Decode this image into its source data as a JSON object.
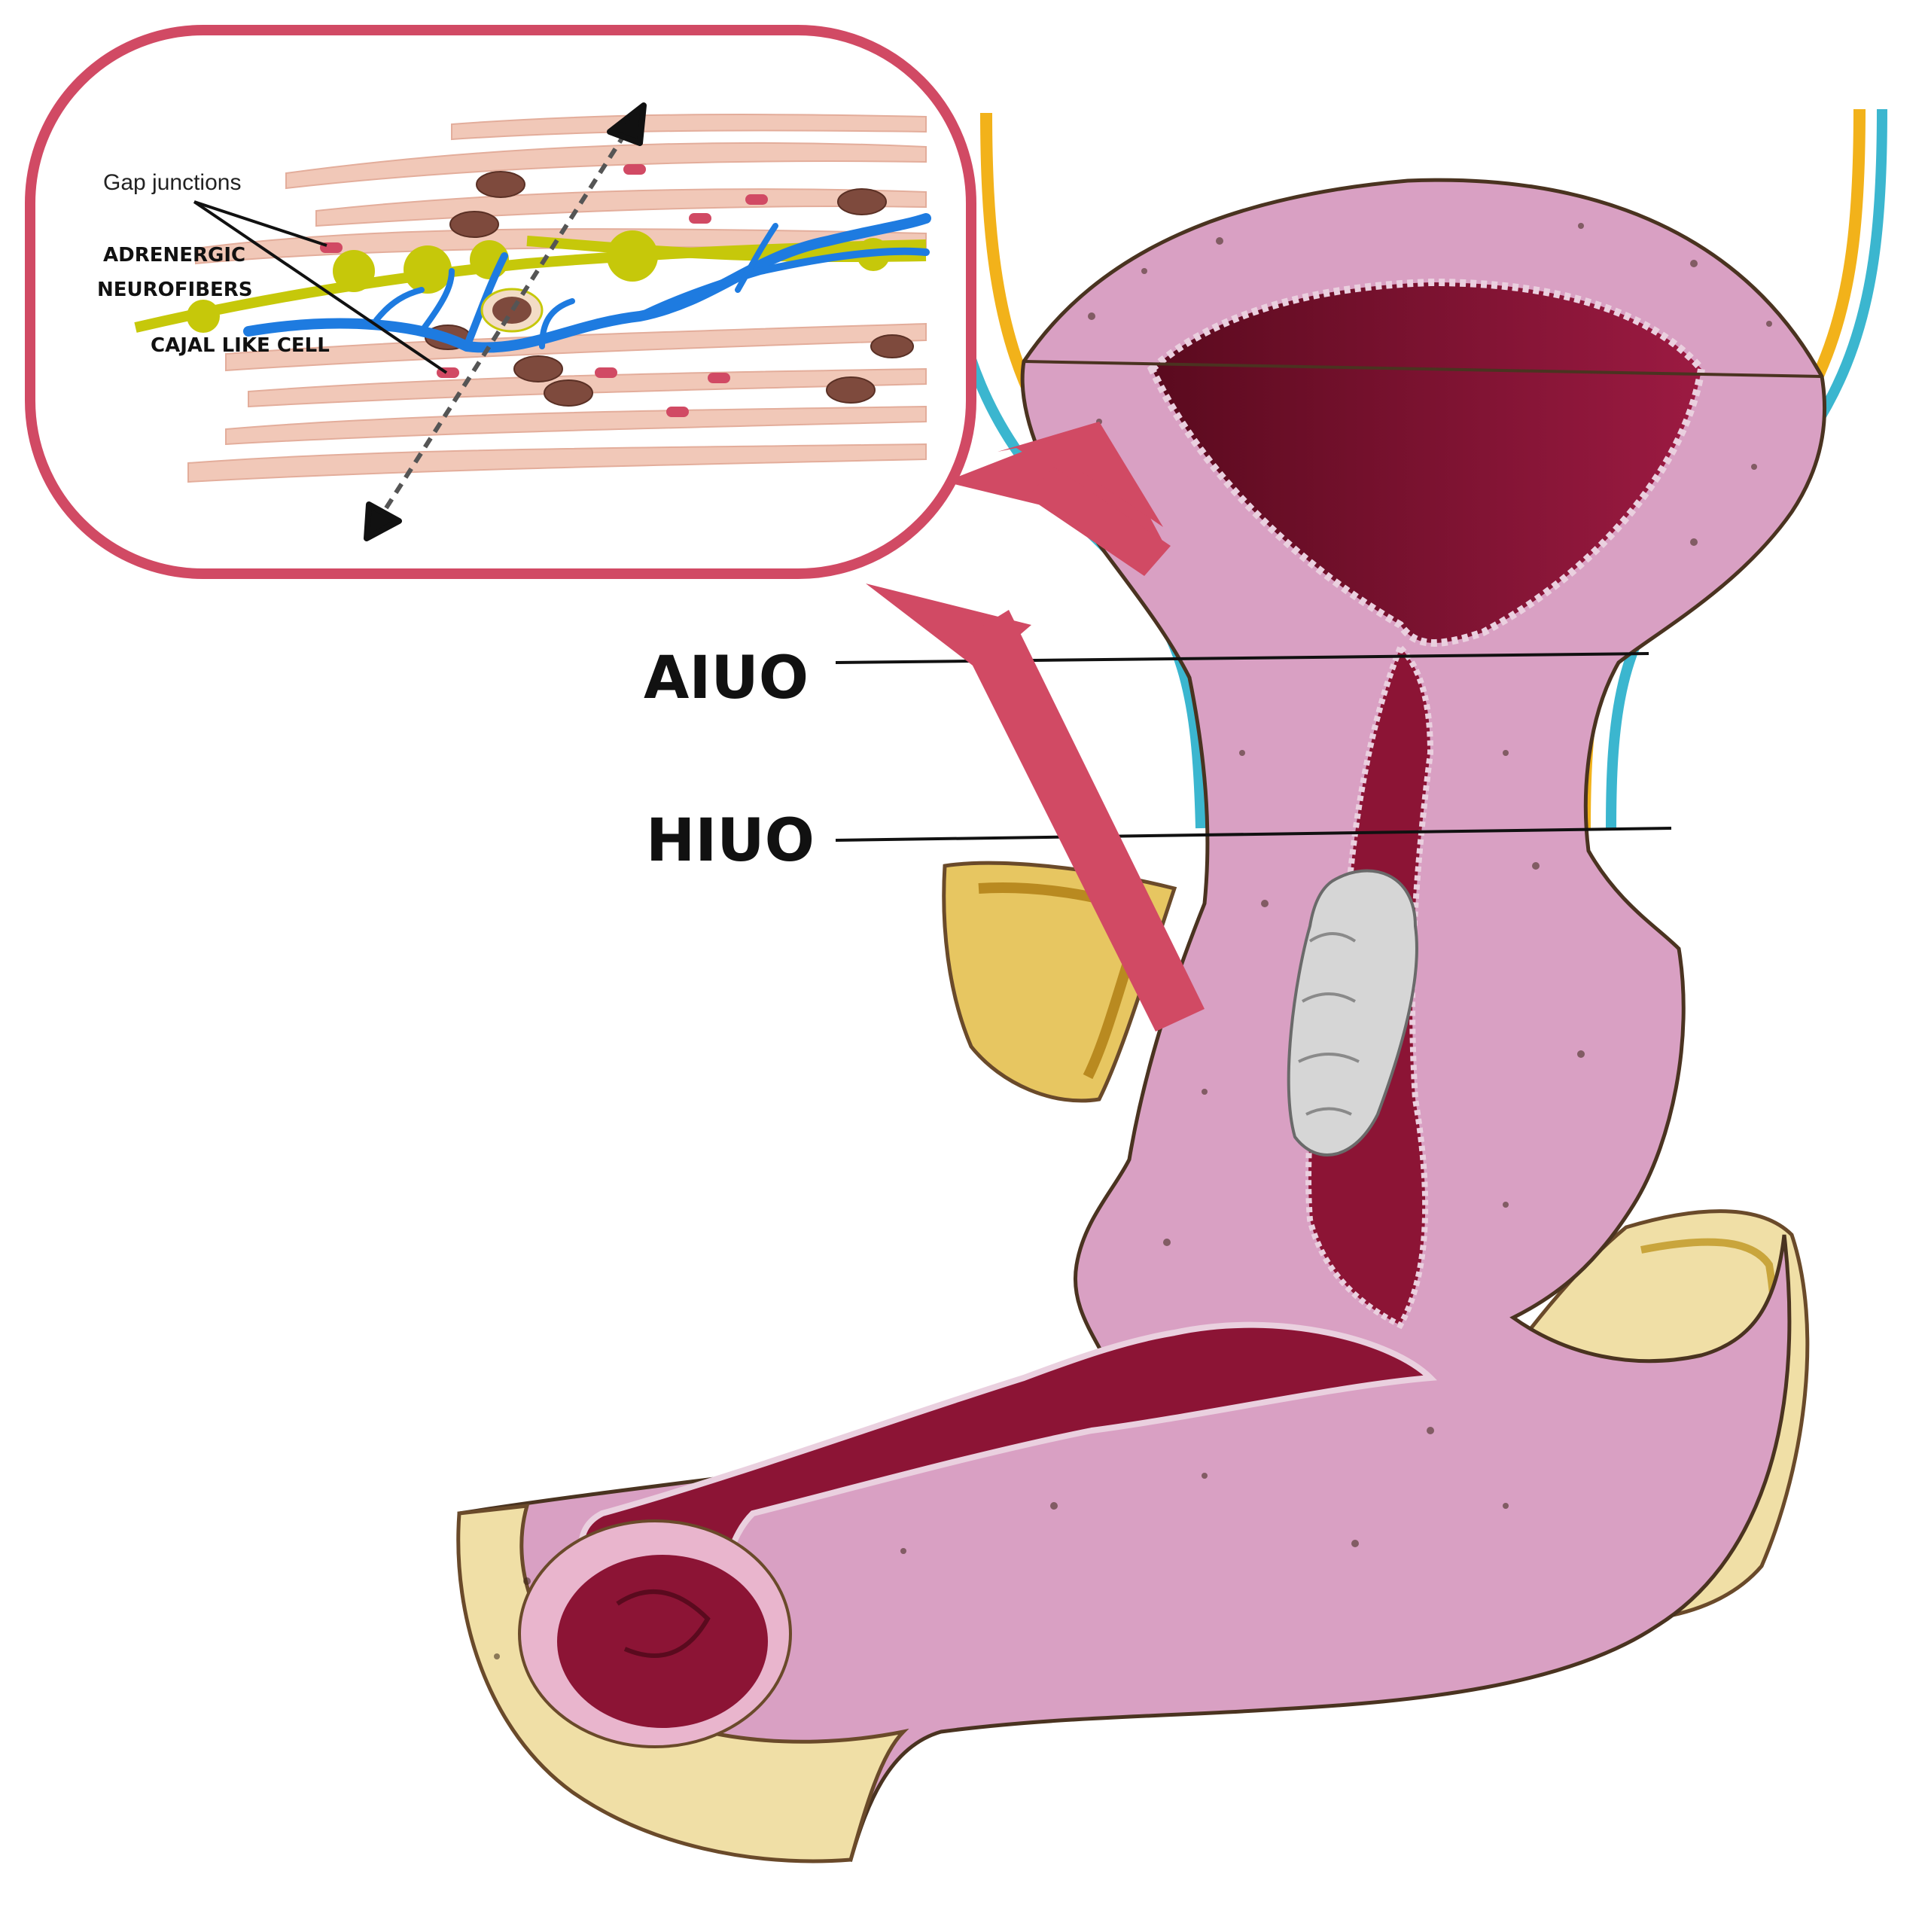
{
  "labels": {
    "gap_junctions": "Gap junctions",
    "adrenergic_line1": "ADRENERGIC",
    "adrenergic_line2": "NEUROFIBERS",
    "cajal": "CAJAL LIKE CELL",
    "aiuo": "AIUO",
    "hiuo": "HIUO"
  },
  "colors": {
    "inset_border": "#d14a64",
    "arrow": "#d14a64",
    "tissue_pink": "#d9a0c3",
    "tissue_dark_line": "#6a4a2a",
    "lumen": "#8c1435",
    "lumen_dark": "#5a0a1e",
    "fat_yellow": "#f0dfa6",
    "fat_gold": "#c9a53c",
    "ureter_blue": "#3bb6cf",
    "ureter_orange": "#f2b21a",
    "nerve_yellow": "#c6c80a",
    "cajal_blue": "#1e7be0",
    "muscle_cell": "#f1c8b8",
    "nucleus": "#7e4a3d",
    "gap_junction": "#d14a64"
  },
  "icons": {
    "inset": "smooth-muscle-cells-illustration",
    "anatomy": "urethra-cross-section-illustration"
  }
}
